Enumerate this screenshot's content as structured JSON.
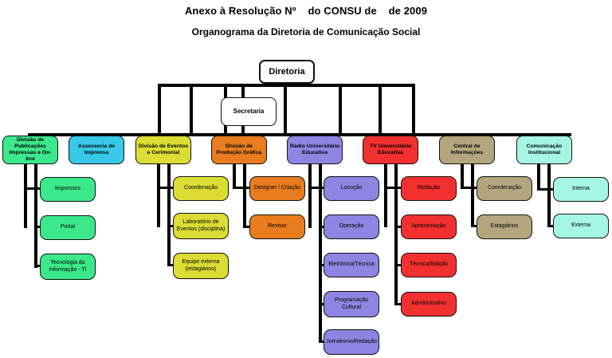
{
  "title": "Anexo à Resolução Nº    do CONSU de    de 2009",
  "subtitle": "Organograma da Diretoria de Comunicação Social",
  "root": {
    "label": "Diretoria"
  },
  "secretariat": {
    "label": "Secretaria"
  },
  "colors": {
    "line": "#000000",
    "box_border": "#111111",
    "root_fill": "#ffffff"
  },
  "departments": [
    {
      "label": "Divisão de Publicações Impressas e On-line",
      "color": "#3CE88C",
      "children": [
        "Impressos",
        "Portal",
        "Tecnologia da Informação - TI"
      ]
    },
    {
      "label": "Assessoria de Imprensa",
      "color": "#38C8E8",
      "children": []
    },
    {
      "label": "Divisão de Eventos e Cerimonial",
      "color": "#DCDC34",
      "children": [
        "Coordenação",
        "Laboratório de Eventos (disciplina)",
        "Equipe externa (estagiários)"
      ]
    },
    {
      "label": "Divisão de Produção Gráfica",
      "color": "#E87C1E",
      "children": [
        "Designer / Criação",
        "Revisor"
      ]
    },
    {
      "label": "Rádio Universitária Educativa",
      "color": "#8F84E2",
      "children": [
        "Locução",
        "Operação",
        "Eletrônica/Técnica",
        "Programação Cultural",
        "Jornalismo/Redação"
      ]
    },
    {
      "label": "TV Universitária Educativa",
      "color": "#F23030",
      "children": [
        "Redação",
        "Apresentação",
        "Técnica/Edição",
        "Administrativo"
      ]
    },
    {
      "label": "Central de Informações",
      "color": "#B3A67E",
      "children": [
        "Coordenação",
        "Estagiários"
      ]
    },
    {
      "label": "Comunicação Institucional",
      "color": "#A6F6E6",
      "children": [
        "Interna",
        "Externa"
      ]
    }
  ]
}
